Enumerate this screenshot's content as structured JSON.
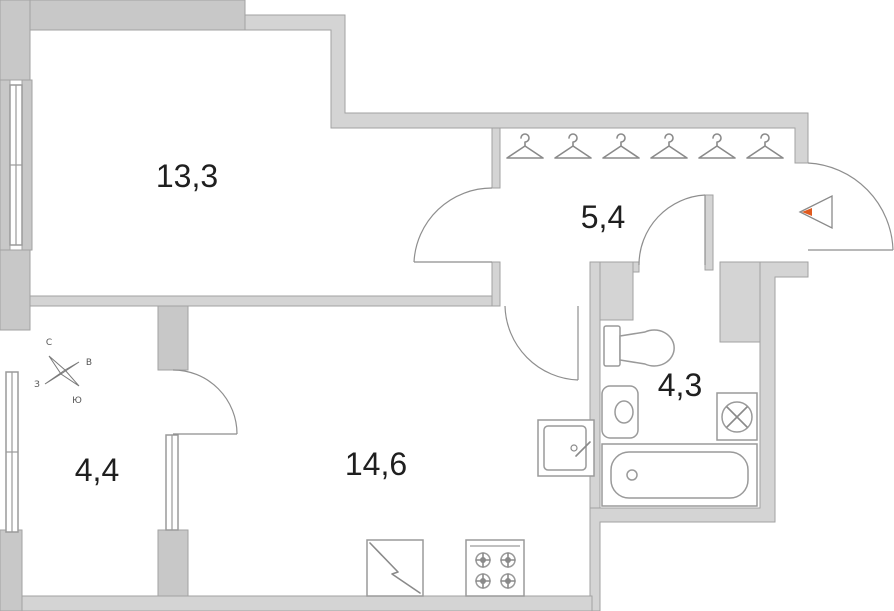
{
  "rooms": [
    {
      "id": "room-1",
      "area": "13,3"
    },
    {
      "id": "room-2",
      "area": "5,4"
    },
    {
      "id": "room-3",
      "area": "14,6"
    },
    {
      "id": "room-4",
      "area": "4,4"
    },
    {
      "id": "room-5",
      "area": "4,3"
    }
  ],
  "compass": {
    "north": "С",
    "east": "В",
    "south": "Ю",
    "west": "З"
  },
  "colors": {
    "wall": "#c8c8c8",
    "wall_outline": "#a2a2a2",
    "entrance_marker": "#e05a1e"
  },
  "icons": [
    "hanger-icon",
    "entrance-arrow-icon",
    "toilet-icon",
    "sink-icon",
    "washing-machine-icon",
    "bathtub-icon",
    "kitchen-sink-icon",
    "stove-icon",
    "fridge-icon",
    "compass-icon"
  ]
}
